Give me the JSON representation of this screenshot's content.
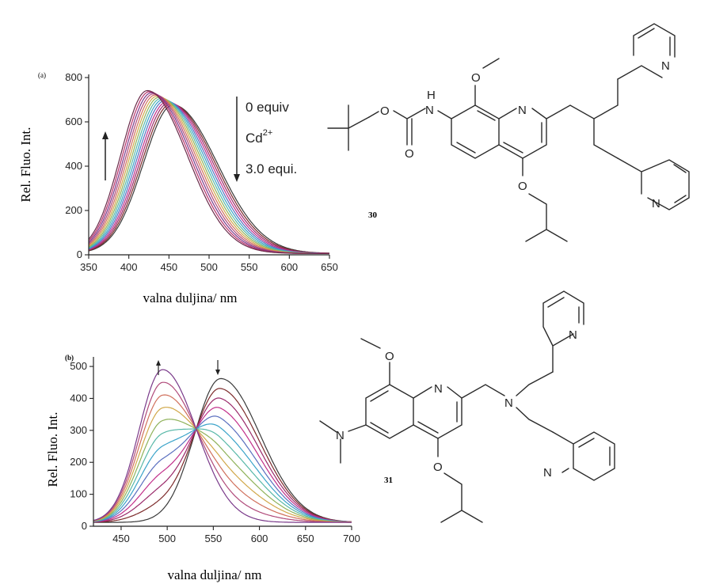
{
  "chart_data": [
    {
      "type": "line",
      "panel": "a",
      "xlabel": "valna duljina/ nm",
      "ylabel": "Rel. Fluo. Int.",
      "xlim": [
        350,
        650
      ],
      "ylim": [
        0,
        800
      ],
      "xticks": [
        350,
        400,
        450,
        500,
        550,
        600,
        650
      ],
      "yticks": [
        0,
        200,
        400,
        600,
        800
      ],
      "annotations": {
        "top": "0 equiv",
        "ion": "Cd",
        "ion_charge": "2+",
        "bottom": "3.0 equi."
      },
      "series_start": {
        "peak_x": 455,
        "peak_y": 670,
        "width": 58
      },
      "series_end": {
        "peak_x": 423,
        "peak_y": 735,
        "width": 52
      },
      "n_series": 14
    },
    {
      "type": "line",
      "panel": "b",
      "xlabel": "valna duljina/ nm",
      "ylabel": "Rel. Fluo. Int.",
      "xlim": [
        420,
        700
      ],
      "ylim": [
        0,
        520
      ],
      "xticks": [
        450,
        500,
        550,
        600,
        650,
        700
      ],
      "yticks": [
        0,
        100,
        200,
        300,
        400,
        500
      ],
      "series_start": {
        "peak_x": 558,
        "peak_y": 450,
        "width": 45
      },
      "series_end": {
        "peak_x": 495,
        "peak_y": 478,
        "width": 40
      },
      "n_series": 12
    }
  ],
  "panel_labels": {
    "a": "(a)",
    "b": "(b)"
  },
  "compounds": {
    "first": "30",
    "second": "31"
  },
  "atoms": {
    "O": "O",
    "N": "N",
    "H": "H"
  },
  "colors": [
    "#3a3a3a",
    "#7d2b2b",
    "#9a2a6a",
    "#c22f8a",
    "#5a6fbf",
    "#3aa3c9",
    "#58b8a8",
    "#8fb25a",
    "#d1a84a",
    "#d0705c",
    "#b04a7a",
    "#7a3a8a",
    "#b8306a",
    "#6a2a4a"
  ]
}
